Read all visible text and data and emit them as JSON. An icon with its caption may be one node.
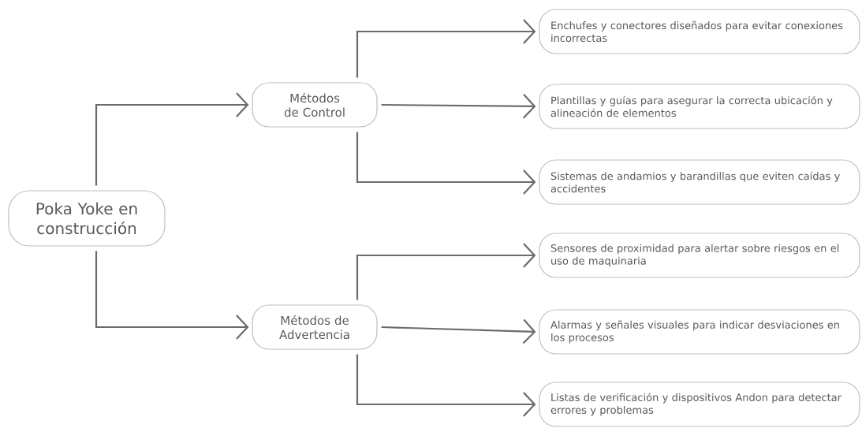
{
  "diagram": {
    "nodes": [
      {
        "text": [
          "Poka Yoke en construcción"
        ]
      },
      {
        "text": [
          "Métodos de Control"
        ]
      },
      {
        "text": [
          "Métodos de Advertencia"
        ]
      },
      {
        "text": [
          "Enchufes y conectores diseñados para evitar conexiones incorrectas"
        ]
      },
      {
        "text": [
          "Plantillas y guías para asegurar la correcta ubicación y alineación de elementos"
        ]
      },
      {
        "text": [
          "Sistemas de andamios y barandillas que eviten caídas y accidentes"
        ]
      },
      {
        "text": [
          "Sensores de proximidad para alertar sobre riesgos en el uso de maquinaria"
        ]
      },
      {
        "text": [
          "Alarmas y señales visuales para indicar desviaciones en los procesos"
        ]
      },
      {
        "text": [
          "Listas de verificación y dispositivos Andon para detectar errores y problemas"
        ]
      }
    ],
    "edges": [
      {
        "from": 0,
        "to": 1,
        "arrow": "to"
      },
      {
        "from": 0,
        "to": 2,
        "arrow": "to"
      },
      {
        "from": 1,
        "to": 3,
        "arrow": "to"
      },
      {
        "from": 1,
        "to": 4,
        "arrow": "to"
      },
      {
        "from": 1,
        "to": 5,
        "arrow": "to"
      },
      {
        "from": 2,
        "to": 6,
        "arrow": "to"
      },
      {
        "from": 2,
        "to": 7,
        "arrow": "to"
      },
      {
        "from": 2,
        "to": 8,
        "arrow": "to"
      }
    ]
  }
}
